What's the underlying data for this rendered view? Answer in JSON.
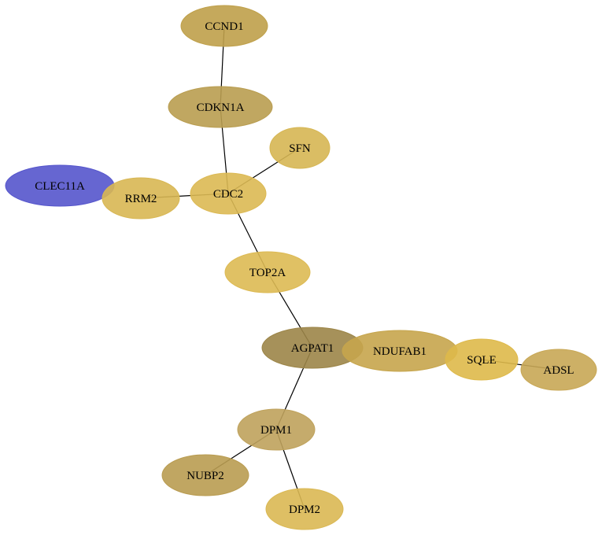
{
  "graph": {
    "nodes": [
      {
        "id": "CCND1",
        "label": "CCND1",
        "color": "#bfa04a"
      },
      {
        "id": "CDKN1A",
        "label": "CDKN1A",
        "color": "#b99d50"
      },
      {
        "id": "SFN",
        "label": "SFN",
        "color": "#d6b653"
      },
      {
        "id": "CLEC11A",
        "label": "CLEC11A",
        "color": "#5555cc"
      },
      {
        "id": "RRM2",
        "label": "RRM2",
        "color": "#d8b753"
      },
      {
        "id": "CDC2",
        "label": "CDC2",
        "color": "#dcb953"
      },
      {
        "id": "TOP2A",
        "label": "TOP2A",
        "color": "#ddba53"
      },
      {
        "id": "AGPAT1",
        "label": "AGPAT1",
        "color": "#9c8548"
      },
      {
        "id": "NDUFAB1",
        "label": "NDUFAB1",
        "color": "#c6a54c"
      },
      {
        "id": "SQLE",
        "label": "SQLE",
        "color": "#deb94a"
      },
      {
        "id": "ADSL",
        "label": "ADSL",
        "color": "#c8a755"
      },
      {
        "id": "DPM1",
        "label": "DPM1",
        "color": "#bfa25c"
      },
      {
        "id": "NUBP2",
        "label": "NUBP2",
        "color": "#b99c51"
      },
      {
        "id": "DPM2",
        "label": "DPM2",
        "color": "#dab853"
      }
    ],
    "edges": [
      {
        "source": "CCND1",
        "target": "CDKN1A"
      },
      {
        "source": "CDKN1A",
        "target": "CDC2"
      },
      {
        "source": "SFN",
        "target": "CDC2"
      },
      {
        "source": "RRM2",
        "target": "CDC2"
      },
      {
        "source": "CDC2",
        "target": "TOP2A"
      },
      {
        "source": "TOP2A",
        "target": "AGPAT1"
      },
      {
        "source": "AGPAT1",
        "target": "DPM1"
      },
      {
        "source": "DPM1",
        "target": "NUBP2"
      },
      {
        "source": "DPM1",
        "target": "DPM2"
      },
      {
        "source": "SQLE",
        "target": "ADSL"
      }
    ]
  }
}
